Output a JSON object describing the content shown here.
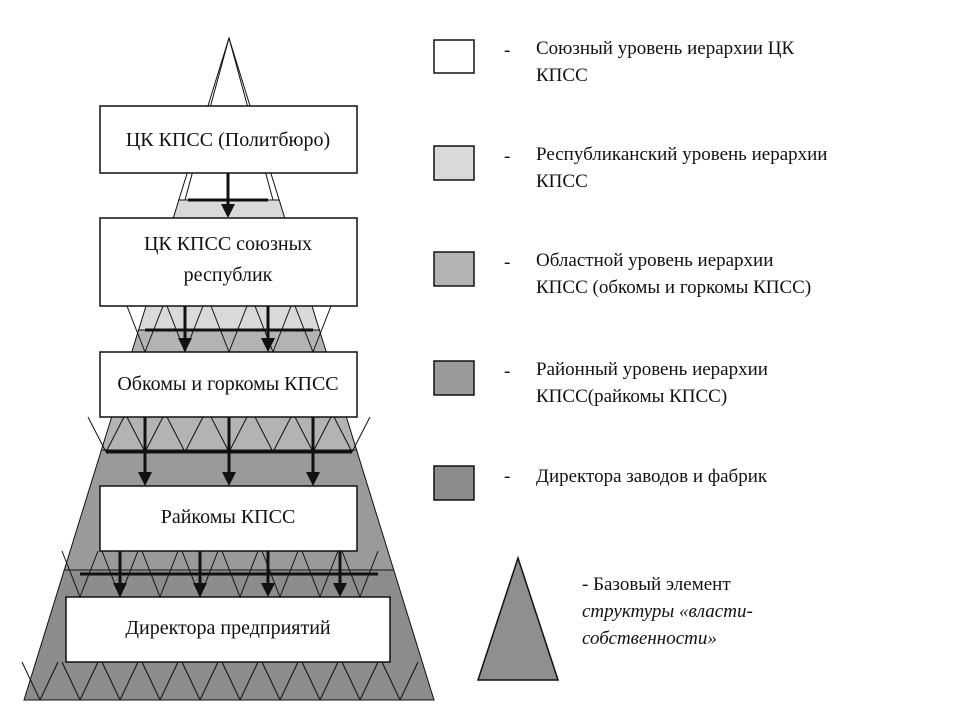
{
  "colors": {
    "white": "#ffffff",
    "republic": "#d9d9d9",
    "oblast": "#b3b3b3",
    "raion": "#9a9a9a",
    "director": "#8c8c8c",
    "base": "#8f8f8f",
    "stroke": "#111111"
  },
  "hierarchy": {
    "boxes": [
      {
        "lines": [
          "ЦК КПСС (Политбюро)"
        ]
      },
      {
        "lines": [
          "ЦК КПСС союзных",
          "республик"
        ]
      },
      {
        "lines": [
          "Обкомы и горкомы КПСС"
        ]
      },
      {
        "lines": [
          "Райкомы КПСС"
        ]
      },
      {
        "lines": [
          "Директора предприятий"
        ]
      }
    ]
  },
  "legend": {
    "items": [
      {
        "color_key": "white",
        "lines": [
          "Союзный уровень иерархии ЦК",
          "КПСС"
        ]
      },
      {
        "color_key": "republic",
        "lines": [
          "Республиканский уровень иерархии",
          "КПСС"
        ]
      },
      {
        "color_key": "oblast",
        "lines": [
          "Областной уровень иерархии",
          "КПСС (обкомы и горкомы КПСС)"
        ]
      },
      {
        "color_key": "raion",
        "lines": [
          "Районный уровень иерархии",
          "КПСС(райкомы КПСС)"
        ]
      },
      {
        "color_key": "director",
        "lines": [
          "Директора заводов и фабрик"
        ]
      }
    ],
    "dash": "-",
    "base_element": {
      "lines": [
        "- Базовый элемент",
        "структуры «власти-",
        "собственности»"
      ]
    }
  }
}
